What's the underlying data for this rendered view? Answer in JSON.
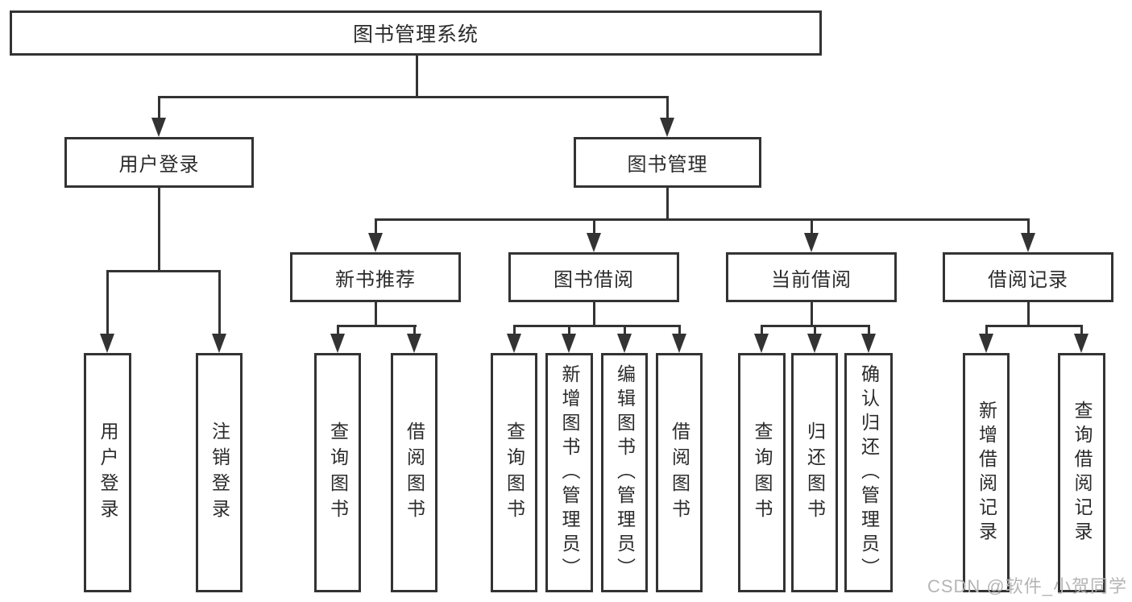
{
  "diagram": {
    "title_node": {
      "label": "图书管理系统"
    },
    "level2": [
      {
        "label": "用户登录"
      },
      {
        "label": "图书管理"
      }
    ],
    "level3": [
      {
        "label": "新书推荐"
      },
      {
        "label": "图书借阅"
      },
      {
        "label": "当前借阅"
      },
      {
        "label": "借阅记录"
      }
    ],
    "leaves": [
      {
        "label": "用户登录"
      },
      {
        "label": "注销登录"
      },
      {
        "label": "查询图书"
      },
      {
        "label": "借阅图书"
      },
      {
        "label": "查询图书"
      },
      {
        "label": "新增图书（管理员）"
      },
      {
        "label": "编辑图书（管理员）"
      },
      {
        "label": "借阅图书"
      },
      {
        "label": "查询图书"
      },
      {
        "label": "归还图书"
      },
      {
        "label": "确认归还（管理员）"
      },
      {
        "label": "新增借阅记录"
      },
      {
        "label": "查询借阅记录"
      }
    ]
  },
  "watermark": {
    "text": "CSDN @软件_小贺同学"
  },
  "colors": {
    "line": "#333333",
    "text": "#2b2b2b",
    "watermark": "#b5b5b5",
    "background": "#ffffff"
  }
}
